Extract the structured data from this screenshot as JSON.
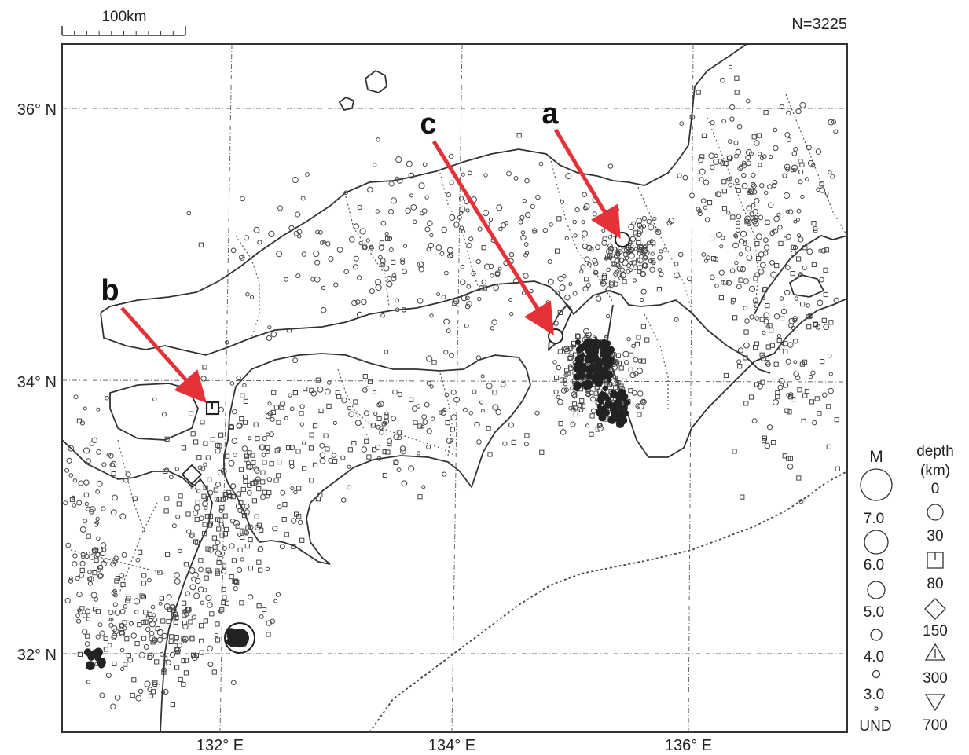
{
  "scale_bar": {
    "label": "100km"
  },
  "count_label": "N=3225",
  "lat_labels": [
    "36° N",
    "34° N",
    "32° N"
  ],
  "lon_labels": [
    "132° E",
    "134° E",
    "136° E"
  ],
  "arrows": [
    {
      "label": "a",
      "lon": 135.45,
      "lat": 35.0
    },
    {
      "label": "b",
      "lon": 131.95,
      "lat": 33.85
    },
    {
      "label": "c",
      "lon": 134.9,
      "lat": 34.2
    }
  ],
  "legend": {
    "magnitude_title": "M",
    "magnitudes": [
      "7.0",
      "6.0",
      "5.0",
      "4.0",
      "3.0",
      "UND"
    ],
    "depth_title": "depth",
    "depth_unit": "(km)",
    "depths": [
      "0",
      "30",
      "80",
      "150",
      "300",
      "700"
    ]
  },
  "colors": {
    "arrow": "#e53238",
    "line": "#333333",
    "marker": "#444444"
  },
  "icons": {
    "shallow": "circle-icon",
    "intermediate": "square-icon",
    "deep1": "diamond-icon",
    "deep2": "triangle-up-icon",
    "deep3": "triangle-down-icon"
  }
}
